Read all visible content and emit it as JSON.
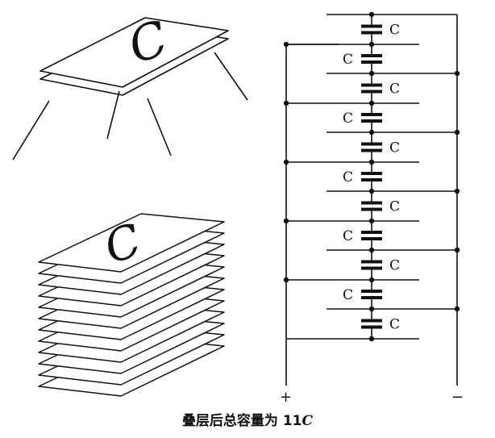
{
  "figure": {
    "single_plate_letter": "C",
    "stack_plate_letter": "C",
    "capacitor_label": "C",
    "plus_sign": "+",
    "minus_sign": "−",
    "capacitor_count": 11,
    "stack_plate_count": 12
  },
  "caption": {
    "text_zh": "叠层后总容量为 11",
    "text_c": "C"
  },
  "colors": {
    "ink": "#111111",
    "plate_fill": "#ffffff"
  }
}
